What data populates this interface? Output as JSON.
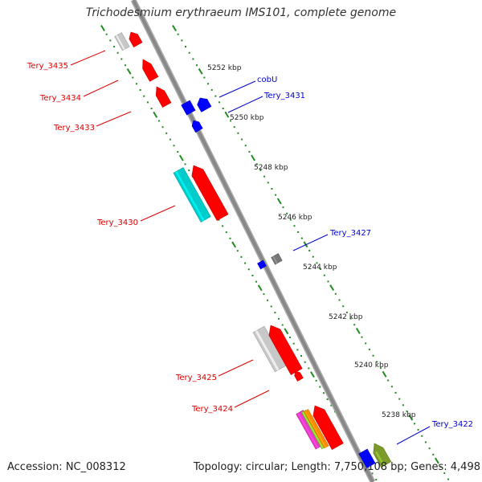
{
  "map": {
    "title": "Trichodesmium erythraeum IMS101, complete genome",
    "accession_label": "Accession: NC_008312",
    "summary_label": "Topology: circular; Length: 7,750,108 bp; Genes: 4,498",
    "colors": {
      "backbone": "#888888",
      "tick": "#228b22",
      "left_label": "#dd0000",
      "right_label": "#0000cc",
      "forward": "#ff0000",
      "reverse": "#0000ff",
      "cyan": "#00cccc",
      "grey": "#c8c8c8",
      "darkgrey": "#777777",
      "olive": "#7a9a2a"
    },
    "kbp_ticks": [
      "5252 kbp",
      "5250 kbp",
      "5248 kbp",
      "5246 kbp",
      "5244 kbp",
      "5242 kbp",
      "5240 kbp",
      "5238 kbp"
    ],
    "genes_left": [
      {
        "label": "Tery_3435"
      },
      {
        "label": "Tery_3434"
      },
      {
        "label": "Tery_3433"
      },
      {
        "label": "Tery_3430"
      },
      {
        "label": "Tery_3425"
      },
      {
        "label": "Tery_3424"
      }
    ],
    "genes_right": [
      {
        "label": "cobU"
      },
      {
        "label": "Tery_3431"
      },
      {
        "label": "Tery_3427"
      },
      {
        "label": "Tery_3422"
      }
    ]
  }
}
